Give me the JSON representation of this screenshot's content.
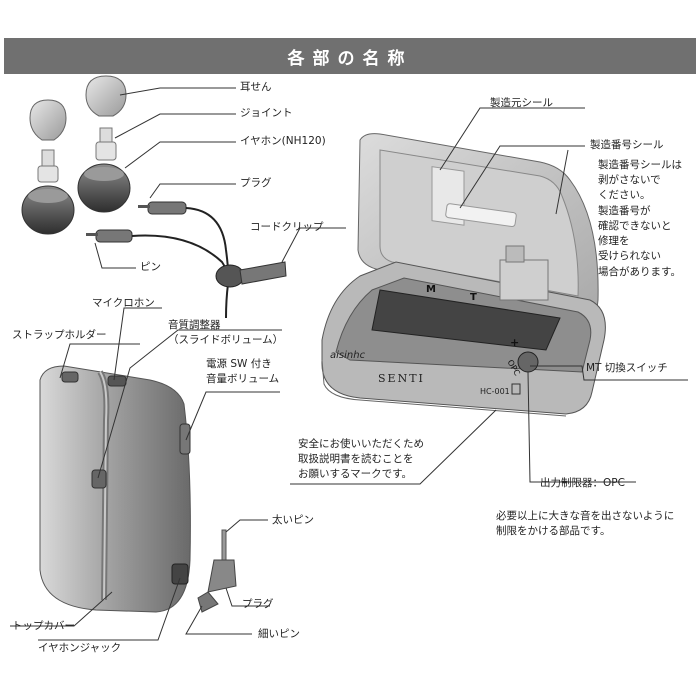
{
  "header": {
    "title": "各部の名称"
  },
  "parts": {
    "earplug": "耳せん",
    "joint": "ジョイント",
    "earphone": "イヤホン(NH120)",
    "plug": "プラグ",
    "cord_clip": "コードクリップ",
    "pin": "ピン",
    "maker_seal": "製造元シール",
    "serial_seal": "製造番号シール",
    "serial_note": [
      "製造番号シールは",
      "剥がさないで",
      "ください。",
      "製造番号が",
      "確認できないと",
      "修理を",
      "受けられない",
      "場合があります。"
    ],
    "microphone": "マイクロホン",
    "strap_holder": "ストラップホルダー",
    "tone_control": [
      "音質調整器",
      "（スライドボリューム）"
    ],
    "power_volume": [
      "電源 SW 付き",
      "音量ボリューム"
    ],
    "mt_switch": "MT 切換スイッチ",
    "safety_mark_note": [
      "安全にお使いいただくため",
      "取扱説明書を読むことを",
      "お願いするマークです。"
    ],
    "output_limiter": "出力制限器：OPC",
    "limiter_note": [
      "必要以上に大きな音を出さないように",
      "制限をかける部品です。"
    ],
    "thick_pin": "太いピン",
    "plug2": "プラグ",
    "thin_pin": "細いピン",
    "top_cover": "トップカバー",
    "earphone_jack": "イヤホンジャック"
  },
  "case_marks": {
    "brand": "aisinhc",
    "model": "SENTI",
    "code": "HC-001",
    "switch_m": "M",
    "switch_t": "T",
    "plus": "+",
    "opc": "OPC"
  }
}
